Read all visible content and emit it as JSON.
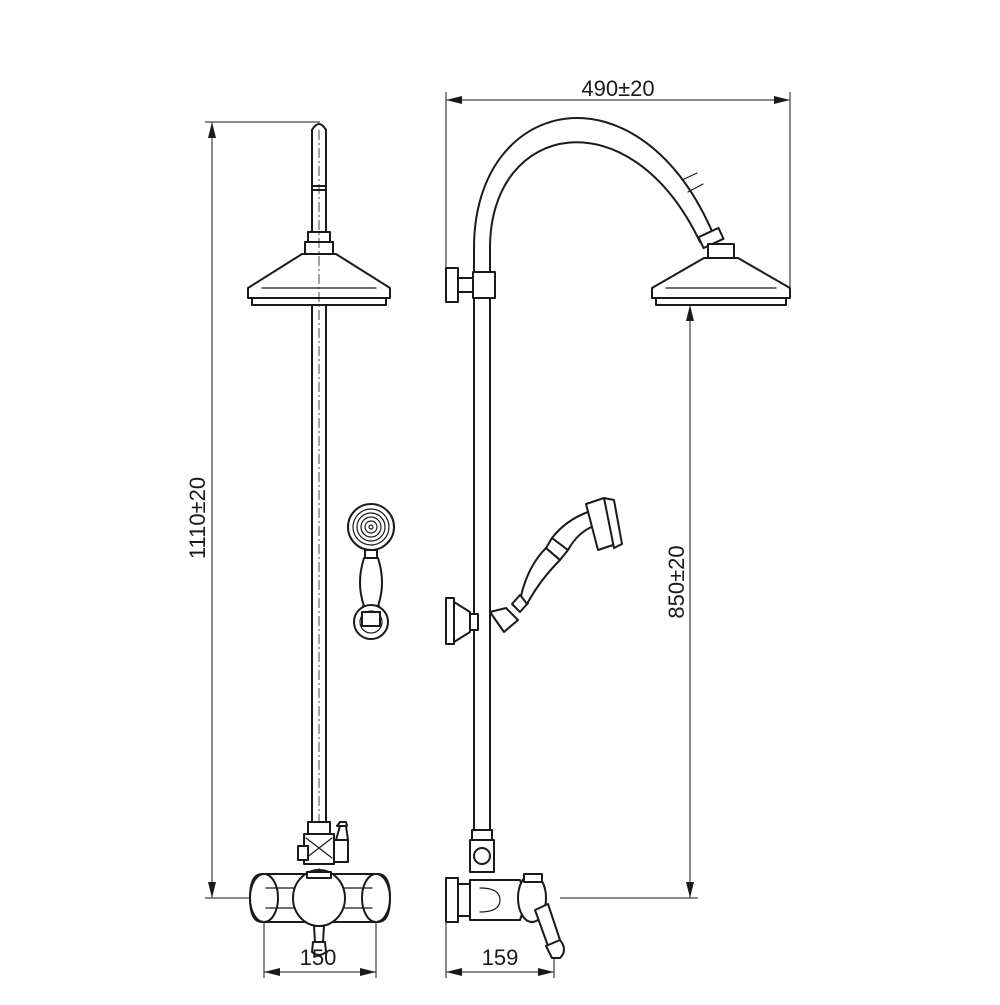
{
  "dimensions": {
    "front_height": "1110±20",
    "side_reach": "490±20",
    "side_head_height": "850±20",
    "front_width": "150",
    "side_depth": "159"
  }
}
